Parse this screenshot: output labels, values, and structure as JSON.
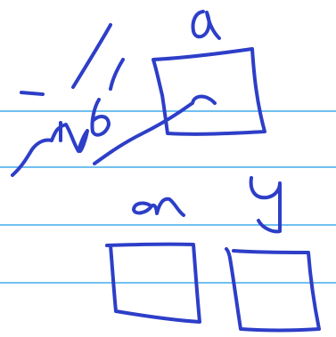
{
  "page": {
    "background": "#ffffff"
  },
  "colors": {
    "ruled_line": "#1a9be6",
    "ink": "#2d3ec8"
  },
  "ruled_lines": 4,
  "handwriting": {
    "top_label": "a",
    "middle_label": "n",
    "right_label": "y"
  }
}
